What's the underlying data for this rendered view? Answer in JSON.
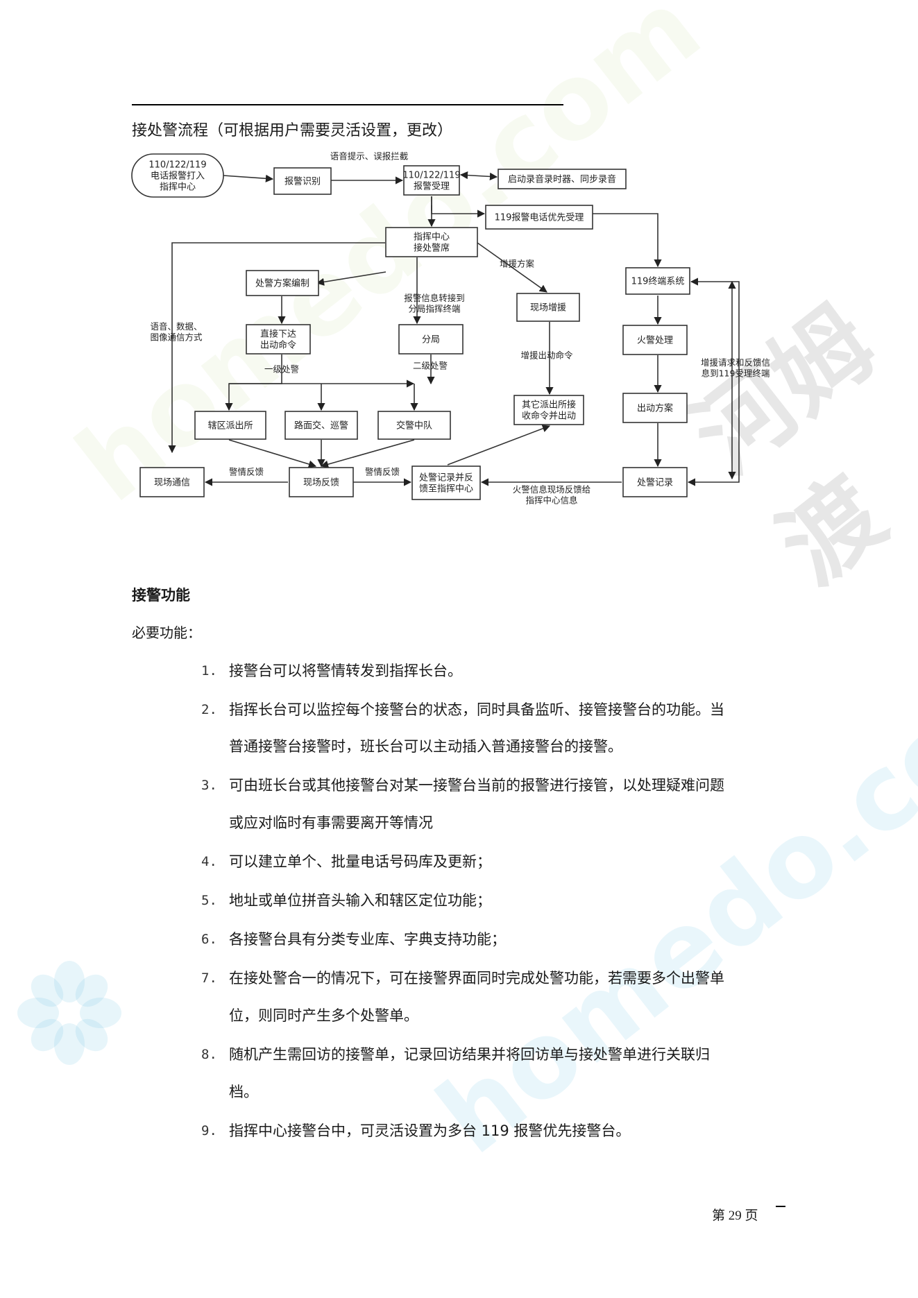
{
  "header": {
    "title": "接处警流程（可根据用户需要灵活设置，更改）"
  },
  "flowchart": {
    "nodes": {
      "caller": "110/122/119\n电话报警打入\n指挥中心",
      "recognize": "报警识别",
      "accept": "110/122/119\n报警受理",
      "record_timer": "启动录音录时器、同步录音",
      "priority119": "119报警电话优先受理",
      "command": "指挥中心\n接处警席",
      "plan_edit": "处警方案编制",
      "direct_order": "直接下达\n出动命令",
      "branch": "分局",
      "reinforce": "现场增援",
      "terminal119": "119终端系统",
      "fire_handle": "火警处理",
      "dispatch_plan": "出动方案",
      "other_stations": "其它派出所接\n收命令并出动",
      "district_police": "辖区派出所",
      "road_patrol": "路面交、巡警",
      "traffic_team": "交警中队",
      "site_comm": "现场通信",
      "site_feedback": "现场反馈",
      "record_feedback": "处警记录并反\n馈至指挥中心",
      "handle_record": "处警记录"
    },
    "labels": {
      "voice_prompt": "语音提示、误报拦截",
      "reinforce_plan": "增援方案",
      "transfer": "报警信息转接到\n分局指挥终端",
      "comm_modes": "语音、数据、\n图像通信方式",
      "level1": "一级处警",
      "level2": "二级处警",
      "reinforce_order": "增援出动命令",
      "request_feedback": "增援请求和反馈信\n息到119受理终端",
      "alert_feedback1": "警情反馈",
      "alert_feedback2": "警情反馈",
      "fire_feedback": "火警信息现场反馈给\n指挥中心信息"
    }
  },
  "section": {
    "heading": "接警功能",
    "subheading": "必要功能："
  },
  "items": [
    {
      "num": "1.",
      "lines": [
        "接警台可以将警情转发到指挥长台。"
      ]
    },
    {
      "num": "2.",
      "lines": [
        "指挥长台可以监控每个接警台的状态，同时具备监听、接管接警台的功能。当",
        "普通接警台接警时，班长台可以主动插入普通接警台的接警。"
      ]
    },
    {
      "num": "3.",
      "lines": [
        "可由班长台或其他接警台对某一接警台当前的报警进行接管，以处理疑难问题",
        "或应对临时有事需要离开等情况"
      ]
    },
    {
      "num": "4.",
      "lines": [
        "可以建立单个、批量电话号码库及更新；"
      ]
    },
    {
      "num": "5.",
      "lines": [
        "地址或单位拼音头输入和辖区定位功能；"
      ]
    },
    {
      "num": "6.",
      "lines": [
        "各接警台具有分类专业库、字典支持功能；"
      ]
    },
    {
      "num": "7.",
      "lines": [
        "在接处警合一的情况下，可在接警界面同时完成处警功能，若需要多个出警单",
        "位，则同时产生多个处警单。"
      ]
    },
    {
      "num": "8.",
      "lines": [
        "随机产生需回访的接警单，记录回访结果并将回访单与接处警单进行关联归",
        "档。"
      ]
    },
    {
      "num": "9.",
      "lines": [
        "指挥中心接警台中，可灵活设置为多台 119 报警优先接警台。"
      ]
    }
  ],
  "footer": {
    "page": "第 29 页"
  },
  "watermark": {
    "text1": "homedo.com",
    "text2": "河姆渡",
    "text3": "homedo.com"
  }
}
